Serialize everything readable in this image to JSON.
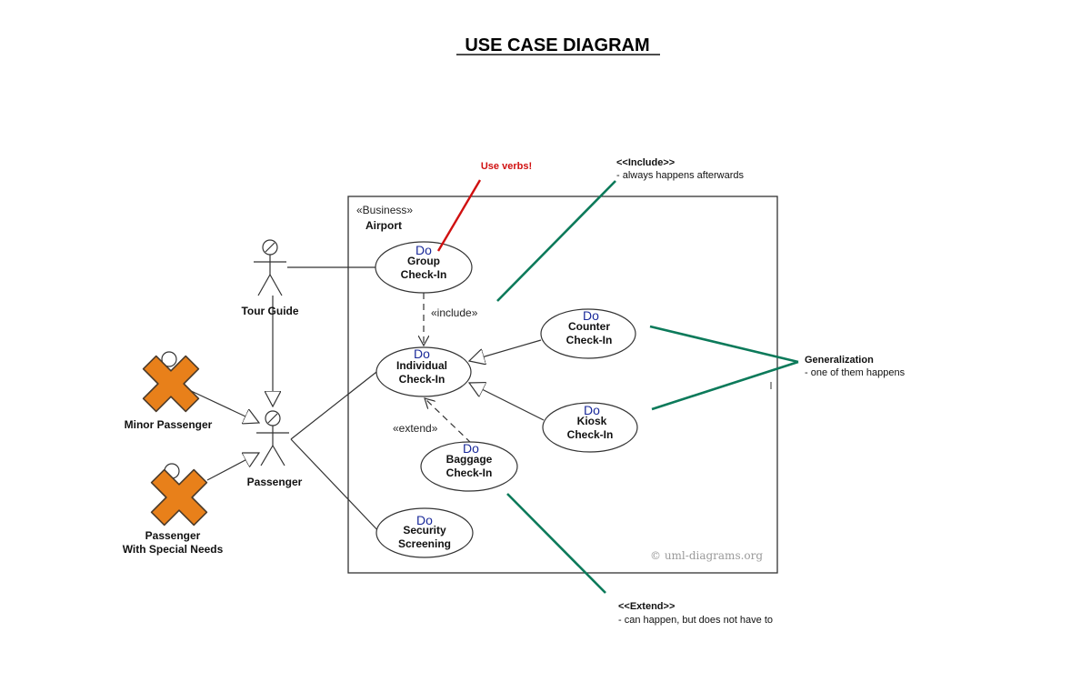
{
  "title": "USE CASE DIAGRAM",
  "boundary": {
    "stereotype": "«Business»",
    "name": "Airport",
    "copyright": "© uml-diagrams.org"
  },
  "actors": {
    "tour_guide": "Tour Guide",
    "passenger": "Passenger",
    "minor_passenger": "Minor Passenger",
    "special_needs_line1": "Passenger",
    "special_needs_line2": "With Special Needs"
  },
  "use_cases": {
    "do_label": "Do",
    "group_line1": "Group",
    "group_line2": "Check-In",
    "individual_line1": "Individual",
    "individual_line2": "Check-In",
    "counter_line1": "Counter",
    "counter_line2": "Check-In",
    "kiosk_line1": "Kiosk",
    "kiosk_line2": "Check-In",
    "baggage_line1": "Baggage",
    "baggage_line2": "Check-In",
    "security_line1": "Security",
    "security_line2": "Screening"
  },
  "relations": {
    "include": "«include»",
    "extend": "«extend»"
  },
  "annotations": {
    "use_verbs": "Use verbs!",
    "include_title": "<<Include>>",
    "include_desc": "- always happens afterwards",
    "generalization_title": "Generalization",
    "generalization_desc": "- one of them happens",
    "extend_title": "<<Extend>>",
    "extend_desc": "- can happen, but does not have to"
  },
  "colors": {
    "red_note": "#d01010",
    "green_pointer": "#0c7a5a",
    "cross_fill": "#e8801a",
    "do_text": "#1a2a9a"
  }
}
